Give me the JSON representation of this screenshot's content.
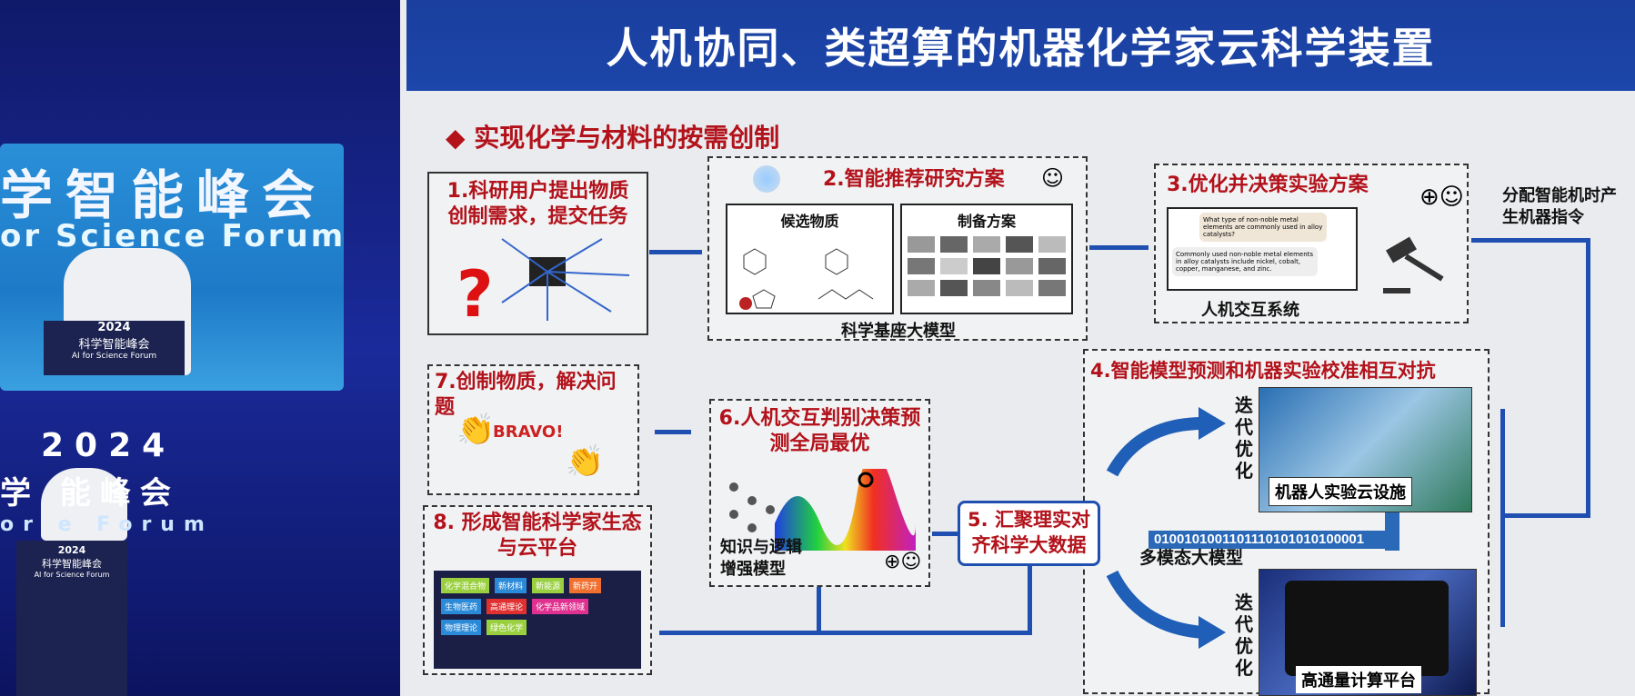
{
  "venue": {
    "screen_big": "学智能峰会",
    "screen_en": "or Science Forum",
    "year": "2024",
    "lower_big": "学 能峰会",
    "lower_en": "or   e Forum",
    "podium_year": "2024",
    "podium_cn": "科学智能峰会",
    "podium_en": "AI for Science Forum"
  },
  "slide": {
    "title": "人机协同、类超算的机器化学家云科学装置",
    "subtitle": "◆ 实现化学与材料的按需创制",
    "step1": {
      "title": "1.科研用户提出物质创制需求，提交任务"
    },
    "step2": {
      "title": "2.智能推荐研究方案",
      "left_label": "候选物质",
      "right_label": "制备方案",
      "caption": "科学基座大模型"
    },
    "step3": {
      "title": "3.优化并决策实验方案",
      "question": "What type of non-noble metal elements are commonly used in alloy catalysts?",
      "answer": "Commonly used non-noble metal elements in alloy catalysts include nickel, cobalt, copper, manganese, and zinc.",
      "caption": "人机交互系统"
    },
    "side_note": "分配智能机时产生机器指令",
    "step4": {
      "title": "4.智能模型预测和机器实验校准相互对抗",
      "iter_top": "迭代优化",
      "iter_bottom": "迭代优化",
      "robot_caption": "机器人实验云设施",
      "hpc_caption": "高通量计算平台",
      "binary": "0100101001101110101010100001",
      "multimodal": "多模态大模型"
    },
    "step5": {
      "title": "5. 汇聚理实对齐科学大数据"
    },
    "step6": {
      "title": "6.人机交互判别决策预测全局最优",
      "caption": "知识与逻辑增强模型"
    },
    "step7": {
      "title": "7.创制物质，解决问题",
      "bravo": "BRAVO!"
    },
    "step8": {
      "title": "8. 形成智能科学家生态与云平台",
      "tags": [
        "化学混合物",
        "新药开",
        "高通理论",
        "物理理论",
        "新材料",
        "新能源",
        "化学品新领域",
        "生物医药",
        "绿色化学"
      ]
    }
  },
  "colors": {
    "header": "#1c46aa",
    "title_red": "#b3121b",
    "arrow_blue": "#1f4fb0"
  }
}
